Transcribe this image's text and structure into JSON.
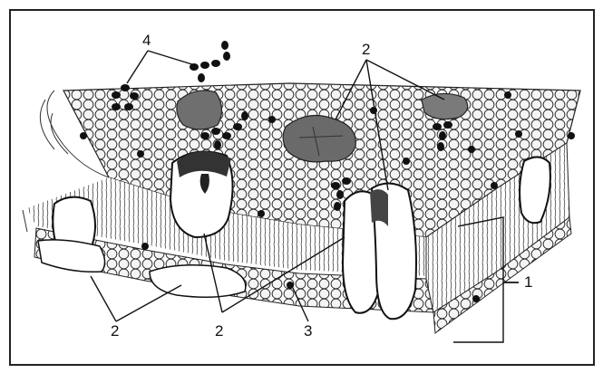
{
  "labels": {
    "l4_top": "4",
    "l2_top": "2",
    "l1_right": "1",
    "l2_bottom_left": "2",
    "l2_bottom_mid": "2",
    "l3_bottom": "3"
  }
}
